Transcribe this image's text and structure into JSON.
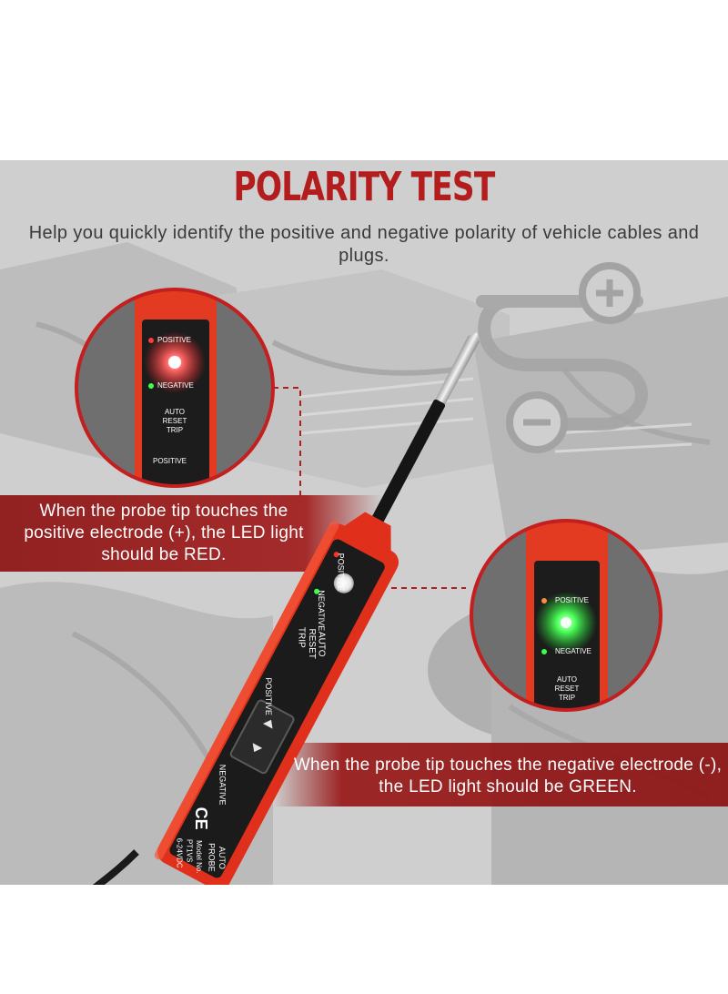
{
  "title": "POLARITY TEST",
  "subtitle": "Help you quickly identify the positive and negative polarity of vehicle cables and plugs.",
  "caption_positive": "When the probe tip touches the positive electrode (+), the LED light should be RED.",
  "caption_negative": "When the probe tip touches the negative electrode (-), the LED light should be GREEN.",
  "zoom_red": {
    "led_top": "POSITIVE",
    "led_bottom": "NEGATIVE",
    "mode1": "AUTO",
    "mode2": "RESET",
    "mode3": "TRIP",
    "switch": "POSITIVE"
  },
  "zoom_green": {
    "led_top": "POSITIVE",
    "led_bottom": "NEGATIVE",
    "mode1": "AUTO",
    "mode2": "RESET",
    "mode3": "TRIP"
  },
  "device": {
    "positive": "POSITIVE",
    "negative": "NEGATIVE",
    "mode1": "AUTO",
    "mode2": "RESET",
    "mode3": "TRIP",
    "switch_top": "POSITIVE",
    "switch_bottom": "NEGATIVE",
    "cert": "CE",
    "brand1": "AUTO",
    "brand2": "PROBE",
    "model": "Model No.",
    "model_no": "PT1VS",
    "voltage": "6-24VDC"
  },
  "colors": {
    "title_red": "#b41d1d",
    "band_red": "#961414",
    "device_red": "#e0301c",
    "led_red": "#ff3b3b",
    "led_green": "#3cff4c"
  }
}
